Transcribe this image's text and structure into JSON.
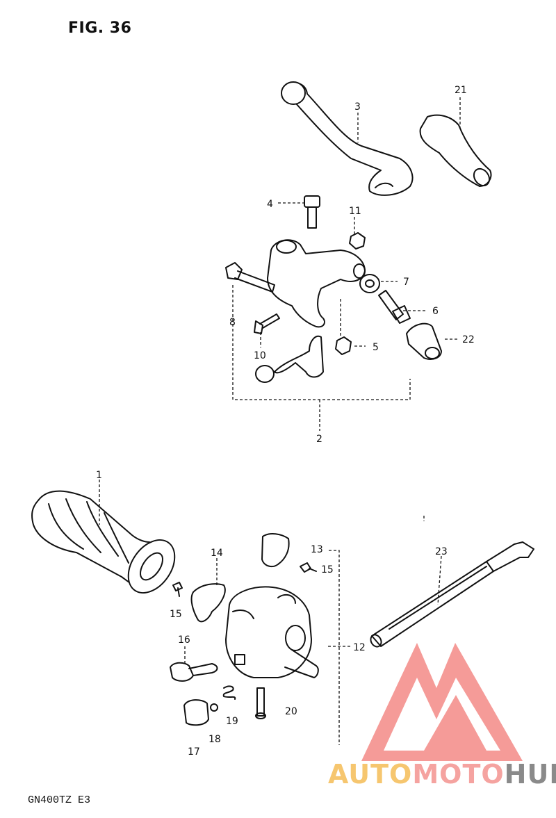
{
  "figure": {
    "title": "FIG. 36",
    "model_code": "GN400TZ  E3"
  },
  "callouts": {
    "c1": "1",
    "c2": "2",
    "c3": "3",
    "c4": "4",
    "c5": "5",
    "c6": "6",
    "c7": "7",
    "c8": "8",
    "c10": "10",
    "c11": "11",
    "c12": "12",
    "c13": "13",
    "c14": "14",
    "c15a": "15",
    "c15b": "15",
    "c16": "16",
    "c17": "17",
    "c18": "18",
    "c19": "19",
    "c20": "20",
    "c21": "21",
    "c22": "22",
    "c23": "23"
  },
  "watermark": {
    "part1": "AUTO",
    "part2": "MOTO",
    "part3": "HUB",
    "colors": {
      "auto": "#f6c66f",
      "moto": "#f5a3a0",
      "hub": "#8a8a8a",
      "logo": "#f27a76"
    }
  }
}
